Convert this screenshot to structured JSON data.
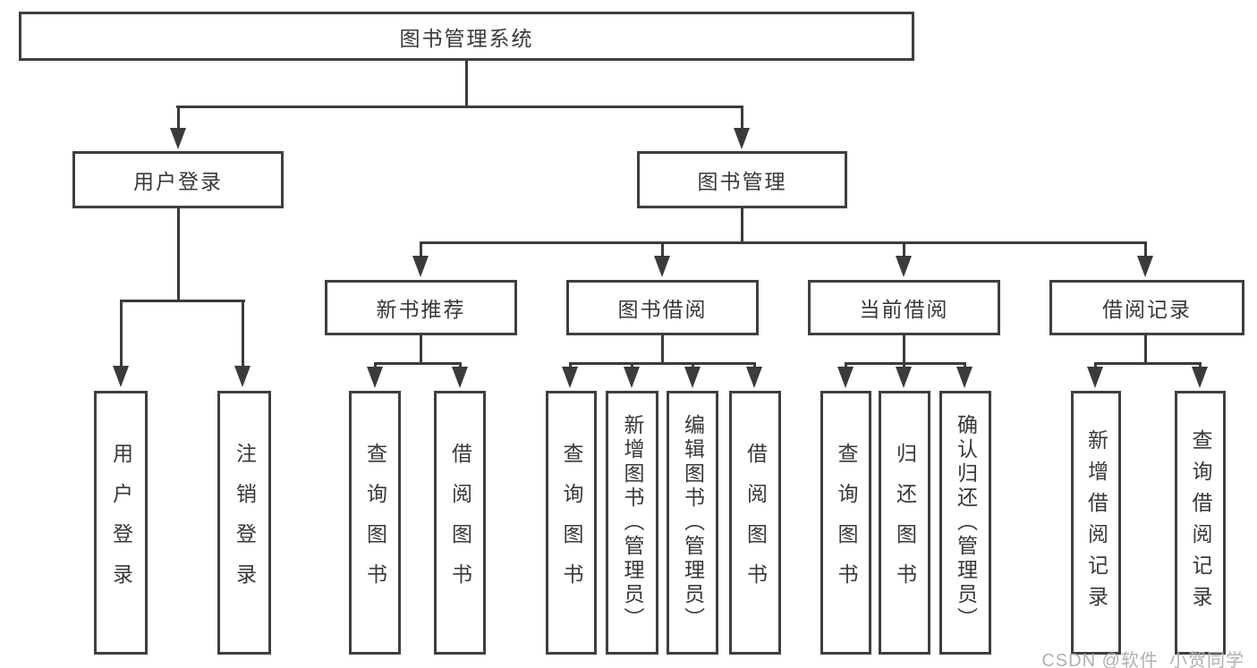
{
  "diagram": {
    "root": {
      "label": "图书管理系统"
    },
    "user_login": {
      "label": "用户登录",
      "children": {
        "login": {
          "label": "用户登录"
        },
        "logout": {
          "label": "注销登录"
        }
      }
    },
    "book_mgmt": {
      "label": "图书管理",
      "sections": {
        "new_book_rec": {
          "label": "新书推荐",
          "children": {
            "query": {
              "label": "查询图书"
            },
            "borrow": {
              "label": "借阅图书"
            }
          }
        },
        "book_borrow": {
          "label": "图书借阅",
          "children": {
            "query": {
              "label": "查询图书"
            },
            "add": {
              "label": "新增图书（管理员）"
            },
            "edit": {
              "label": "编辑图书（管理员）"
            },
            "borrow": {
              "label": "借阅图书"
            }
          }
        },
        "current_borrow": {
          "label": "当前借阅",
          "children": {
            "query": {
              "label": "查询图书"
            },
            "return": {
              "label": "归还图书"
            },
            "confirm": {
              "label": "确认归还（管理员）"
            }
          }
        },
        "borrow_record": {
          "label": "借阅记录",
          "children": {
            "add": {
              "label": "新增借阅记录"
            },
            "query": {
              "label": "查询借阅记录"
            }
          }
        }
      }
    }
  },
  "watermark": {
    "text": "CSDN @软件_小贺同学"
  },
  "colors": {
    "line": "#3b3b3b",
    "border": "#3f3f3f",
    "text": "#383838",
    "watermark": "#b0b0b0",
    "background": "#ffffff"
  }
}
